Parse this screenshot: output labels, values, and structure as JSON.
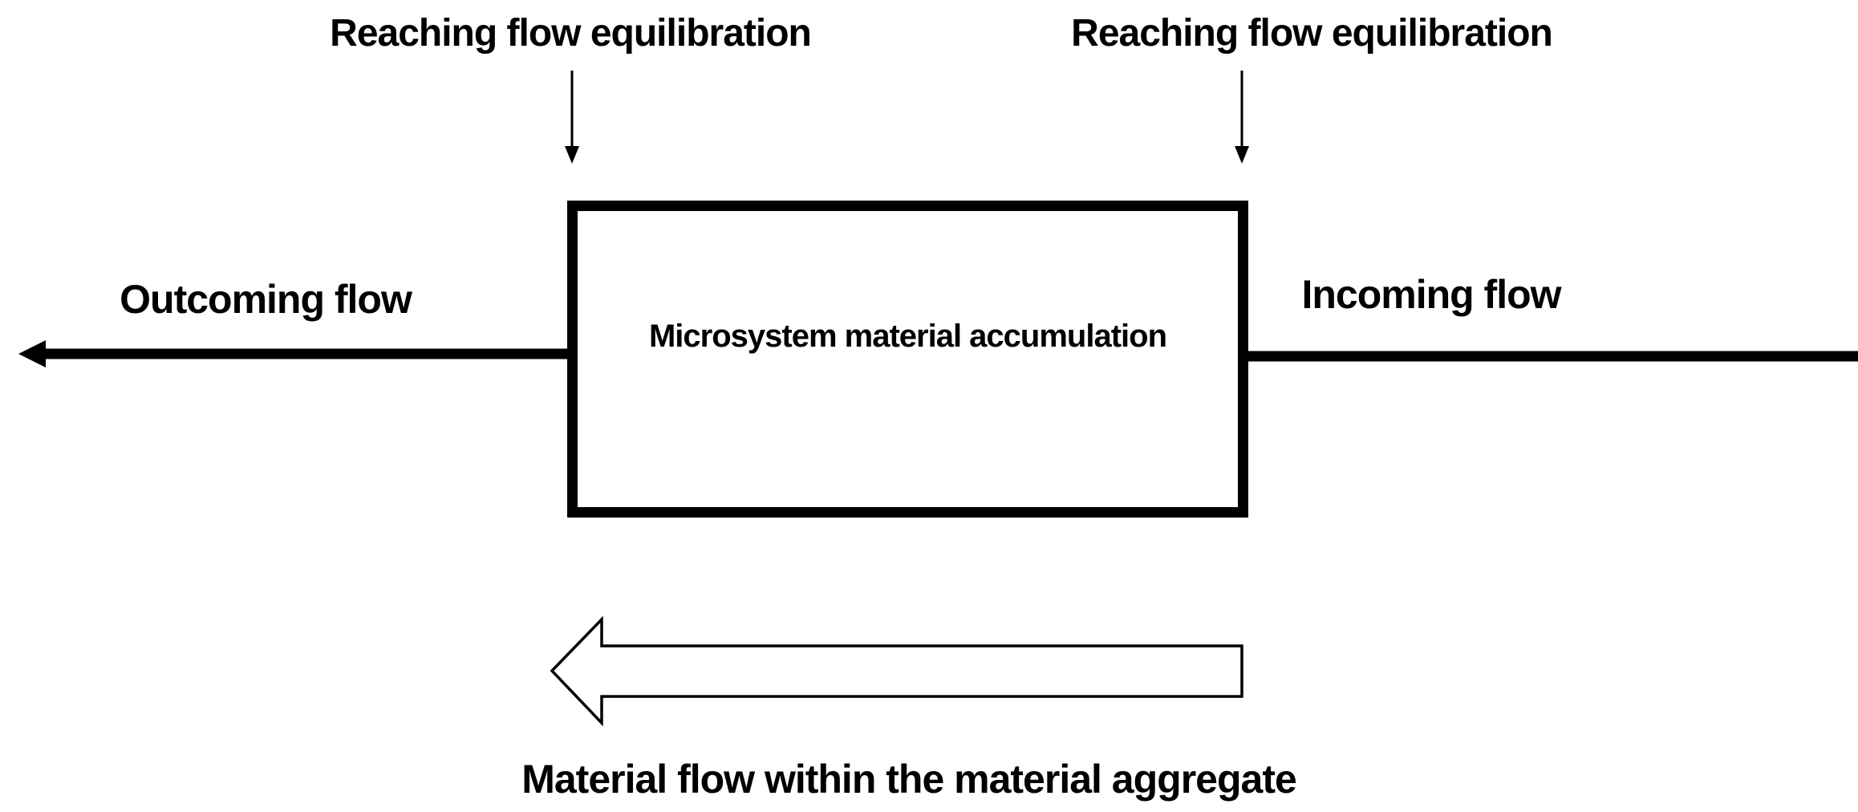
{
  "diagram": {
    "top_left_label": "Reaching flow equilibration",
    "top_right_label": "Reaching flow equilibration",
    "box_label": "Microsystem material accumulation",
    "outcoming_flow_label": "Outcoming flow",
    "incoming_flow_label": "Incoming flow",
    "bottom_label": "Material flow within the material aggregate",
    "colors": {
      "ink": "#000000",
      "background": "#ffffff"
    }
  }
}
